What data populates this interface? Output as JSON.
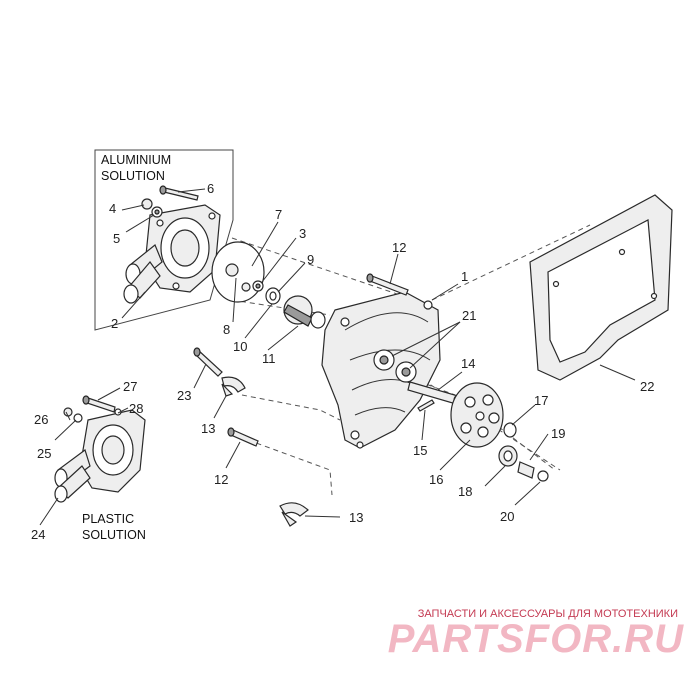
{
  "captions": {
    "aluminium_line1": "ALUMINIUM",
    "aluminium_line2": "SOLUTION",
    "plastic_line1": "PLASTIC",
    "plastic_line2": "SOLUTION"
  },
  "callouts": {
    "c1": "1",
    "c2": "2",
    "c3": "3",
    "c4": "4",
    "c5": "5",
    "c6": "6",
    "c7": "7",
    "c8": "8",
    "c9": "9",
    "c10": "10",
    "c11": "11",
    "c12a": "12",
    "c12b": "12",
    "c13a": "13",
    "c13b": "13",
    "c14": "14",
    "c15": "15",
    "c16": "16",
    "c17": "17",
    "c18": "18",
    "c19": "19",
    "c20": "20",
    "c21": "21",
    "c22": "22",
    "c23": "23",
    "c24": "24",
    "c25": "25",
    "c26": "26",
    "c27": "27",
    "c28": "28"
  },
  "watermark": {
    "tagline": "ЗАПЧАСТИ И АКСЕССУАРЫ ДЛЯ МОТОТЕХНИКИ",
    "logo": "PARTSFOR.RU"
  },
  "colors": {
    "line": "#2a2a2a",
    "part_fill": "#eeeeee",
    "watermark_text": "#c43a52",
    "watermark_logo": "#f2b7c3"
  }
}
